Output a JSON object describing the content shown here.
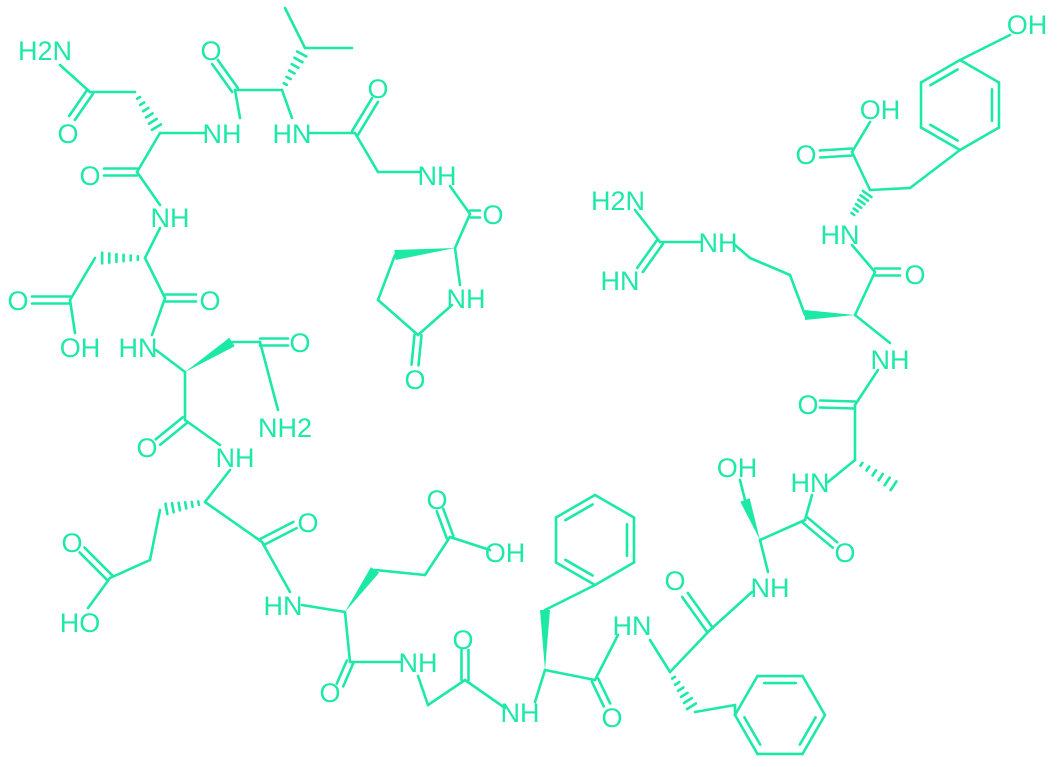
{
  "diagram": {
    "type": "chemical-structure",
    "color": "#1de9a6",
    "atom_labels": [
      "H2N",
      "O",
      "NH",
      "O",
      "HN",
      "O",
      "NH",
      "O",
      "NH",
      "O",
      "O",
      "NH",
      "O",
      "OH",
      "O",
      "HN",
      "O",
      "NH2",
      "O",
      "NH",
      "O",
      "HO",
      "O",
      "O",
      "OH",
      "HN",
      "O",
      "NH",
      "O",
      "NH",
      "O",
      "HN",
      "O",
      "NH",
      "OH",
      "HN",
      "O",
      "O",
      "NH",
      "O",
      "HN",
      "O",
      "OH",
      "OH",
      "H2N",
      "NH",
      "HN"
    ]
  }
}
